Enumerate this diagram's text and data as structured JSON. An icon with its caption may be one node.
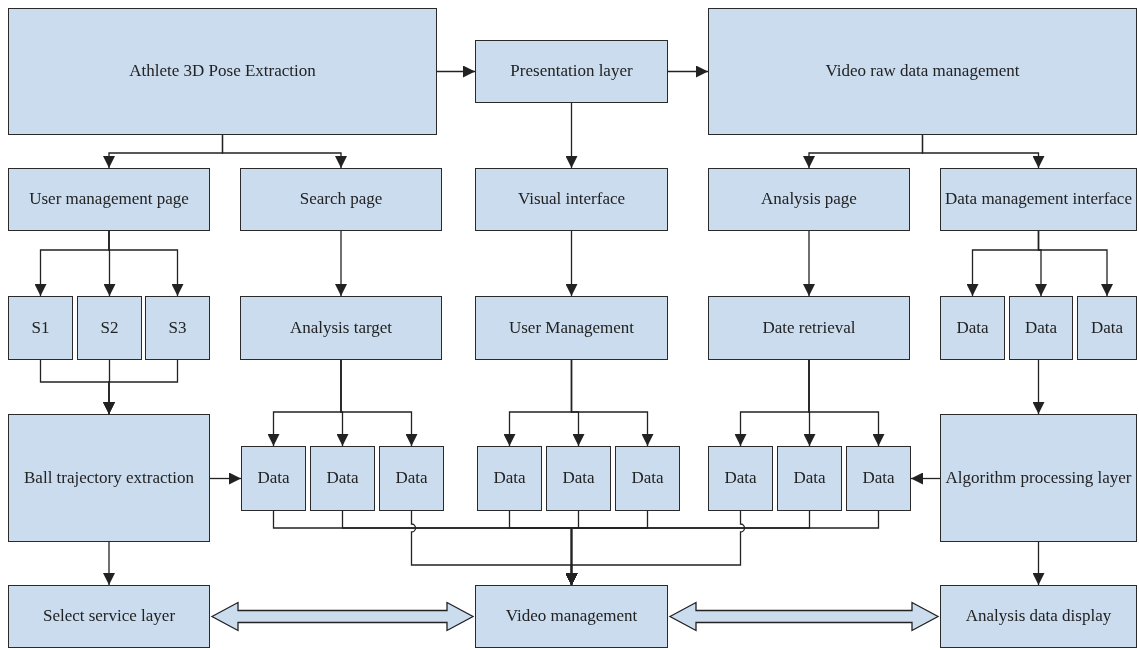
{
  "diagram": {
    "nodes": [
      {
        "text": [
          "Athlete 3D Pose Extraction"
        ]
      },
      {
        "text": [
          "Presentation layer"
        ]
      },
      {
        "text": [
          "Video raw data management"
        ]
      },
      {
        "text": [
          "User management page"
        ]
      },
      {
        "text": [
          "Search page"
        ]
      },
      {
        "text": [
          "Visual interface"
        ]
      },
      {
        "text": [
          "Analysis page"
        ]
      },
      {
        "text": [
          "Data management interface"
        ]
      },
      {
        "text": [
          "S1"
        ]
      },
      {
        "text": [
          "S2"
        ]
      },
      {
        "text": [
          "S3"
        ]
      },
      {
        "text": [
          "Analysis target"
        ]
      },
      {
        "text": [
          "User Management"
        ]
      },
      {
        "text": [
          "Date retrieval"
        ]
      },
      {
        "text": [
          "Data"
        ]
      },
      {
        "text": [
          "Data"
        ]
      },
      {
        "text": [
          "Data"
        ]
      },
      {
        "text": [
          "Ball trajectory extraction"
        ]
      },
      {
        "text": [
          "Data"
        ]
      },
      {
        "text": [
          "Data"
        ]
      },
      {
        "text": [
          "Data"
        ]
      },
      {
        "text": [
          "Data"
        ]
      },
      {
        "text": [
          "Data"
        ]
      },
      {
        "text": [
          "Data"
        ]
      },
      {
        "text": [
          "Data"
        ]
      },
      {
        "text": [
          "Data"
        ]
      },
      {
        "text": [
          "Data"
        ]
      },
      {
        "text": [
          "Algorithm processing layer"
        ]
      },
      {
        "text": [
          "Select service layer"
        ]
      },
      {
        "text": [
          "Video management"
        ]
      },
      {
        "text": [
          "Analysis data display"
        ]
      }
    ],
    "edges": [
      {
        "from": 0,
        "to": 1,
        "arrow": "to"
      },
      {
        "from": 1,
        "to": 2,
        "arrow": "to"
      },
      {
        "from": 0,
        "to": 3,
        "arrow": "to"
      },
      {
        "from": 0,
        "to": 4,
        "arrow": "to"
      },
      {
        "from": 1,
        "to": 5,
        "arrow": "to"
      },
      {
        "from": 2,
        "to": 6,
        "arrow": "to"
      },
      {
        "from": 2,
        "to": 7,
        "arrow": "to"
      },
      {
        "from": 3,
        "to": 8,
        "arrow": "to"
      },
      {
        "from": 3,
        "to": 9,
        "arrow": "to"
      },
      {
        "from": 3,
        "to": 10,
        "arrow": "to"
      },
      {
        "from": 4,
        "to": 11,
        "arrow": "to"
      },
      {
        "from": 5,
        "to": 12,
        "arrow": "to"
      },
      {
        "from": 6,
        "to": 13,
        "arrow": "to"
      },
      {
        "from": 7,
        "to": 14,
        "arrow": "to"
      },
      {
        "from": 7,
        "to": 15,
        "arrow": "to"
      },
      {
        "from": 7,
        "to": 16,
        "arrow": "to"
      },
      {
        "from": 8,
        "to": 17,
        "arrow": "to"
      },
      {
        "from": 9,
        "to": 17,
        "arrow": "to"
      },
      {
        "from": 10,
        "to": 17,
        "arrow": "to"
      },
      {
        "from": 11,
        "to": 18,
        "arrow": "to"
      },
      {
        "from": 11,
        "to": 19,
        "arrow": "to"
      },
      {
        "from": 11,
        "to": 20,
        "arrow": "to"
      },
      {
        "from": 12,
        "to": 21,
        "arrow": "to"
      },
      {
        "from": 12,
        "to": 22,
        "arrow": "to"
      },
      {
        "from": 12,
        "to": 23,
        "arrow": "to"
      },
      {
        "from": 13,
        "to": 24,
        "arrow": "to"
      },
      {
        "from": 13,
        "to": 25,
        "arrow": "to"
      },
      {
        "from": 13,
        "to": 26,
        "arrow": "to"
      },
      {
        "from": 15,
        "to": 27,
        "arrow": "to"
      },
      {
        "from": 17,
        "to": 18,
        "arrow": "to"
      },
      {
        "from": 27,
        "to": 26,
        "arrow": "to"
      },
      {
        "from": 17,
        "to": 28,
        "arrow": "to"
      },
      {
        "from": 27,
        "to": 30,
        "arrow": "to"
      },
      {
        "from": 18,
        "to": 29,
        "arrow": "to"
      },
      {
        "from": 19,
        "to": 29,
        "arrow": "to"
      },
      {
        "from": 20,
        "to": 29,
        "arrow": "to"
      },
      {
        "from": 21,
        "to": 29,
        "arrow": "to"
      },
      {
        "from": 22,
        "to": 29,
        "arrow": "to"
      },
      {
        "from": 23,
        "to": 29,
        "arrow": "to"
      },
      {
        "from": 24,
        "to": 29,
        "arrow": "to"
      },
      {
        "from": 25,
        "to": 29,
        "arrow": "to"
      },
      {
        "from": 26,
        "to": 29,
        "arrow": "to"
      },
      {
        "from": 28,
        "to": 29,
        "arrow": "both",
        "style": "thick"
      },
      {
        "from": 29,
        "to": 30,
        "arrow": "both",
        "style": "thick"
      }
    ]
  }
}
